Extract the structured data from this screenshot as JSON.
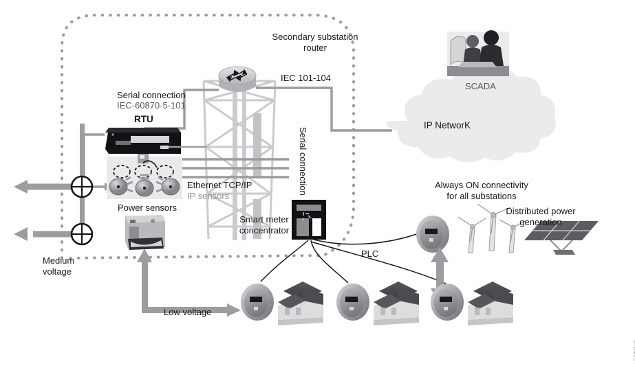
{
  "diagram": {
    "title": "Smart grid secondary substation network architecture",
    "figure_id": "378415",
    "boundary": {
      "name": "secondary-substation-zone",
      "style": "dotted-rounded"
    }
  },
  "labels": {
    "secondary_substation_router": "Secondary substation\nrouter",
    "iec_101_104": "IEC 101-104",
    "serial_connection": "Serial connection",
    "iec_60870_5_101": "IEC-60870-5-101",
    "rtu": "RTU",
    "serial_connection_vertical": "Serial connection",
    "scada": "SCADA",
    "ip_network": "IP NetworK",
    "ethernet_tcpip": "Ethernet TCP/IP",
    "ip_sensors": "IP sensors",
    "power_sensors": "Power sensors",
    "smart_meter_concentrator": "Smart meter\nconcentrator",
    "medium_voltage": "Medium\nvoltage",
    "low_voltage": "Low voltage",
    "plc": "PLC",
    "always_on": "Always ON connectivity\nfor all substations",
    "distributed_power_generation": "Distributed power\ngeneration"
  },
  "nodes": [
    {
      "name": "secondary-substation-router",
      "type": "router",
      "label": "Secondary substation router"
    },
    {
      "name": "transmission-tower",
      "type": "tower",
      "label": ""
    },
    {
      "name": "rtu-device",
      "type": "rtu",
      "label": "RTU"
    },
    {
      "name": "power-sensor-group",
      "type": "sensors",
      "label": "Power sensors",
      "count": 3
    },
    {
      "name": "smart-meter-concentrator",
      "type": "concentrator",
      "label": "Smart meter concentrator"
    },
    {
      "name": "scada-workstation",
      "type": "scada",
      "label": "SCADA"
    },
    {
      "name": "ip-network-cloud",
      "type": "cloud",
      "label": "IP NetworK"
    },
    {
      "name": "transformer-upper",
      "type": "transformer",
      "label": ""
    },
    {
      "name": "transformer-lower",
      "type": "transformer",
      "label": ""
    },
    {
      "name": "switchgear-cabinet",
      "type": "cabinet",
      "label": ""
    },
    {
      "name": "substation-meter",
      "type": "meter",
      "label": ""
    },
    {
      "name": "wind-turbines",
      "type": "wind",
      "label": "",
      "count": 3
    },
    {
      "name": "solar-panel-array",
      "type": "solar",
      "label": ""
    }
  ],
  "premises": [
    {
      "name": "premise-1",
      "meter": "smart-meter",
      "building": "house"
    },
    {
      "name": "premise-2",
      "meter": "smart-meter",
      "building": "house"
    },
    {
      "name": "premise-3",
      "meter": "smart-meter",
      "building": "house"
    }
  ],
  "links": [
    {
      "name": "link-rtu-to-router",
      "label": "Serial connection / IEC-60870-5-101",
      "style": "solid-gray"
    },
    {
      "name": "link-router-to-ip-network",
      "label": "IEC 101-104",
      "style": "solid-gray"
    },
    {
      "name": "link-sensors-to-concentrator",
      "label": "Ethernet TCP/IP",
      "style": "solid-gray"
    },
    {
      "name": "link-concentrator-serial",
      "label": "Serial connection",
      "style": "solid-gray"
    },
    {
      "name": "link-concentrator-to-meters",
      "label": "PLC",
      "style": "thin-black-curve"
    },
    {
      "name": "link-low-voltage-feed",
      "label": "Low voltage",
      "style": "thick-gray-arrow"
    },
    {
      "name": "link-medium-voltage-feed",
      "label": "Medium voltage",
      "style": "thick-gray-arrow"
    }
  ],
  "colors": {
    "ink": "#17181a",
    "gray_text": "#8d8f93",
    "line_gray": "#9a9c9f",
    "pale_gray": "#c9cbce",
    "cloud": "#ebebec",
    "panel_bg": "#e9eaec",
    "dark_device": "#111214",
    "arrow_gray": "#9b9da1",
    "background": "#ffffff"
  }
}
